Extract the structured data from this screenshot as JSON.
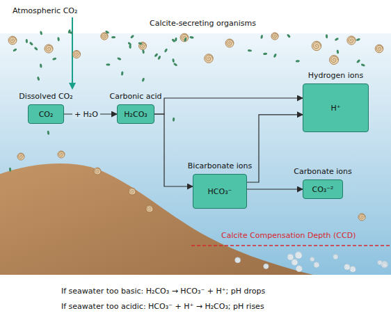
{
  "diagram": {
    "nodes": [
      {
        "text": [
          "Dissolved CO₂",
          "CO₂"
        ]
      },
      {
        "text": [
          "Carbonic acid",
          "H₂CO₃"
        ]
      },
      {
        "text": [
          "Hydrogen ions",
          "H⁺"
        ]
      },
      {
        "text": [
          "Bicarbonate ions",
          "HCO₃⁻"
        ]
      },
      {
        "text": [
          "Carbonate ions",
          "CO₃⁻²"
        ]
      }
    ],
    "edges": [
      {
        "from": 0,
        "to": 1,
        "arrow": "to",
        "label": "+ H₂O"
      },
      {
        "from": 1,
        "to": 2,
        "arrow": "to"
      },
      {
        "from": 1,
        "to": 3,
        "arrow": "to"
      },
      {
        "from": 3,
        "to": 2,
        "arrow": "to"
      },
      {
        "from": 3,
        "to": 4,
        "arrow": "to"
      }
    ],
    "labels": [
      "Atmospheric CO₂",
      "Calcite-secreting organisms",
      "Calcite Compensation Depth (CCD)",
      "If seawater too basic: H₂CO₃ → HCO₃⁻ + H⁺; pH drops",
      "If seawater too acidic: HCO₃⁻ + H⁺ → H₂CO₃; pH rises"
    ]
  }
}
